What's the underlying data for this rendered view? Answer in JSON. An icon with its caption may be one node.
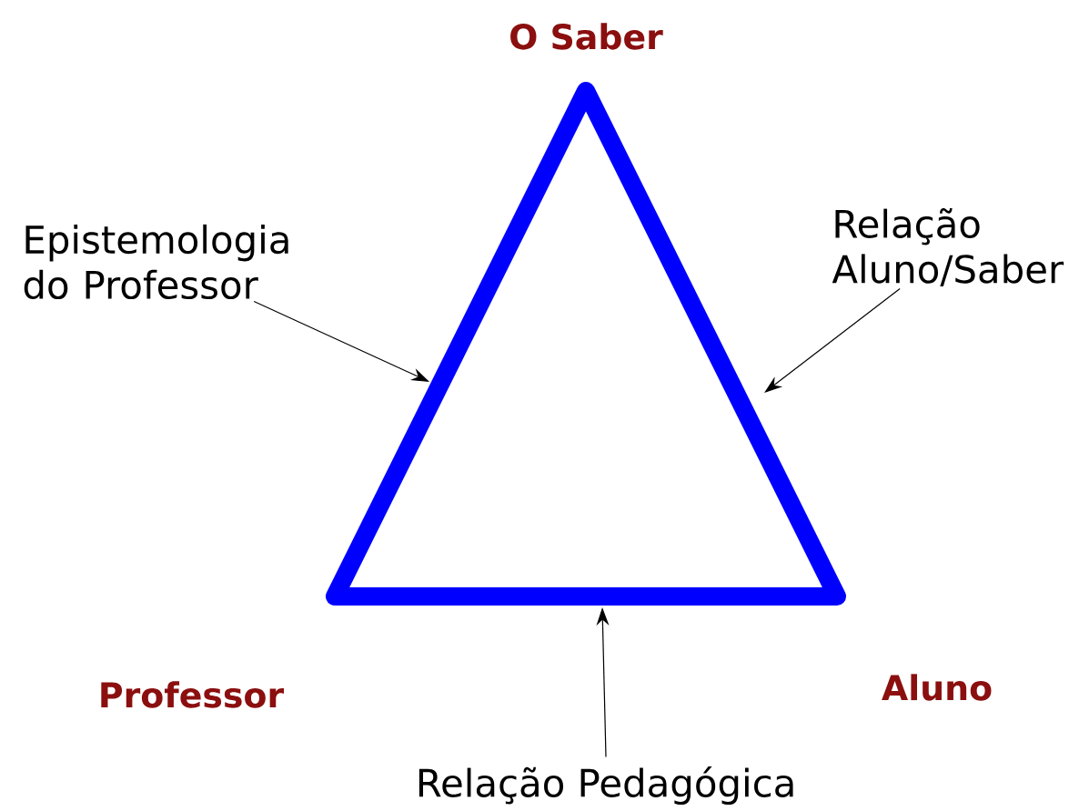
{
  "diagram": {
    "nodes": [
      {
        "text": [],
        "shape": "triangle"
      },
      {
        "text": [
          "Epistemologia do Professor"
        ]
      },
      {
        "text": [
          "Relação Aluno/Saber"
        ]
      },
      {
        "text": [
          "Relação Pedagógica"
        ]
      }
    ],
    "edges": [
      {
        "from": 1,
        "to": 0,
        "arrow": "to"
      },
      {
        "from": 2,
        "to": 0,
        "arrow": "to"
      },
      {
        "from": 3,
        "to": 0,
        "arrow": "to"
      }
    ],
    "labels": [
      "O Saber",
      "Professor",
      "Aluno"
    ]
  }
}
